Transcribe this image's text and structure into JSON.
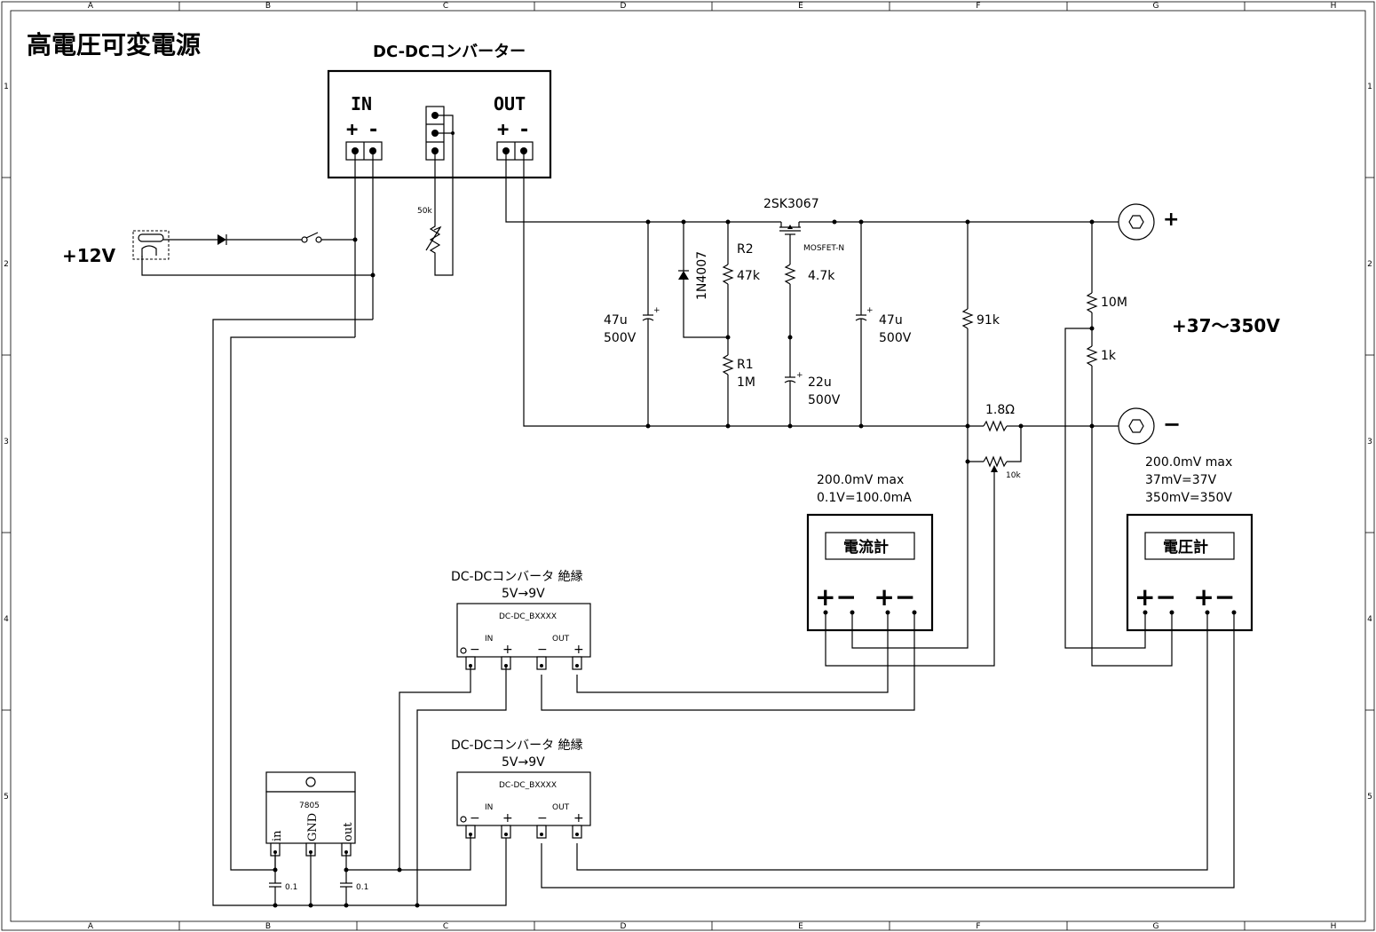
{
  "title": "高電圧可変電源",
  "frame": {
    "columns": [
      "A",
      "B",
      "C",
      "D",
      "E",
      "F",
      "G",
      "H"
    ],
    "rows": [
      "1",
      "2",
      "3",
      "4",
      "5"
    ]
  },
  "dcdc_main": {
    "title": "DC-DCコンバーター",
    "in_label": "IN",
    "out_label": "OUT",
    "plus": "+",
    "minus": "-"
  },
  "input": {
    "voltage": "+12V"
  },
  "pot_adjust": {
    "value": "50k"
  },
  "mosfet": {
    "part": "2SK3067",
    "type": "MOSFET-N"
  },
  "diode": {
    "part": "1N4007"
  },
  "resistors": {
    "r2_name": "R2",
    "r2_value": "47k",
    "r1_name": "R1",
    "r1_value": "1M",
    "gate": "4.7k",
    "divider_top": "91k",
    "v_top": "10M",
    "v_bottom": "1k",
    "shunt": "1.8Ω",
    "shunt_trim": "10k"
  },
  "capacitors": {
    "c1_value": "47u",
    "c1_voltage": "500V",
    "c2_value": "22u",
    "c2_voltage": "500V",
    "c3_value": "47u",
    "c3_voltage": "500V",
    "reg_cap": "0.1"
  },
  "output": {
    "plus": "+",
    "minus": "−",
    "range": "+37～350V"
  },
  "ammeter": {
    "label": "電流計",
    "spec_line1": "200.0mV  max",
    "spec_line2": "0.1V=100.0mA",
    "terminals": "+−  +−"
  },
  "voltmeter": {
    "label": "電圧計",
    "spec_line1": "200.0mV  max",
    "spec_line2": "37mV=37V",
    "spec_line3": "350mV=350V",
    "terminals": "+−  +−"
  },
  "isolated_converters": [
    {
      "title": "DC-DCコンバータ  絶縁",
      "subtitle": "5V→9V",
      "part": "DC-DC_BXXXX",
      "in": "IN",
      "out": "OUT",
      "pins": [
        "−",
        "+",
        "−",
        "+"
      ]
    },
    {
      "title": "DC-DCコンバータ  絶縁",
      "subtitle": "5V→9V",
      "part": "DC-DC_BXXXX",
      "in": "IN",
      "out": "OUT",
      "pins": [
        "−",
        "+",
        "−",
        "+"
      ]
    }
  ],
  "regulator": {
    "part": "7805",
    "pin_in": "in",
    "pin_gnd": "GND",
    "pin_out": "out"
  }
}
